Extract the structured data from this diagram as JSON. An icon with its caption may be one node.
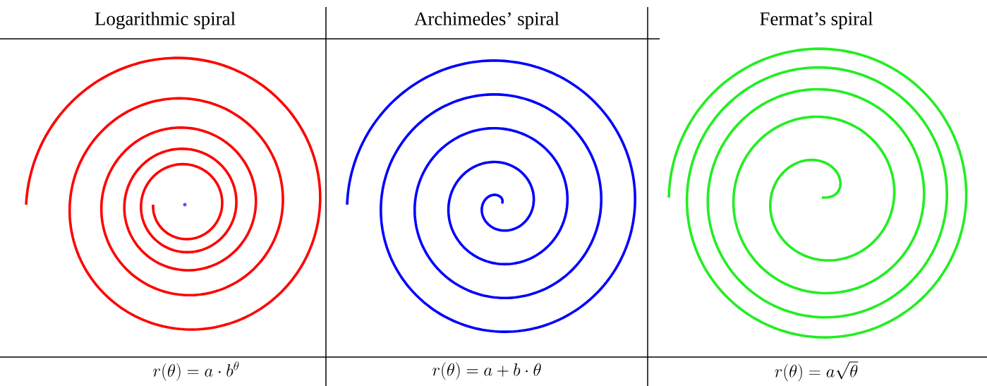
{
  "diagram": {
    "labels": [
      "Logarithmic spiral",
      "Archimedes’ spiral",
      "Fermat’s spiral",
      "r(\\theta) = a \\cdot b^{\\theta}",
      "r(\\theta) = a + b \\cdot \\theta",
      "r(\\theta) = a\\sqrt{\\theta}"
    ]
  }
}
